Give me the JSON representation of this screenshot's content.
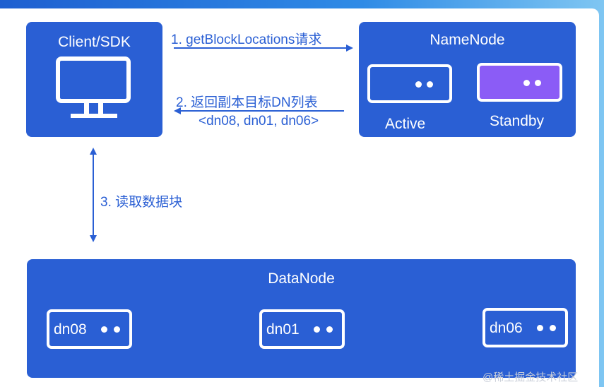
{
  "client": {
    "title": "Client/SDK",
    "icon": "monitor-icon"
  },
  "namenode": {
    "title": "NameNode",
    "active_label": "Active",
    "standby_label": "Standby",
    "active_color": "#2a5fd4",
    "standby_color": "#8b5cf6"
  },
  "datanode": {
    "title": "DataNode",
    "nodes": [
      "dn08",
      "dn01",
      "dn06"
    ]
  },
  "arrows": {
    "step1": "1. getBlockLocations请求",
    "step2": "2. 返回副本目标DN列表",
    "step2_detail": "<dn08, dn01, dn06>",
    "step3": "3. 读取数据块"
  },
  "colors": {
    "primary": "#2a5fd4",
    "white": "#ffffff"
  },
  "watermark": "@稀土掘金技术社区"
}
